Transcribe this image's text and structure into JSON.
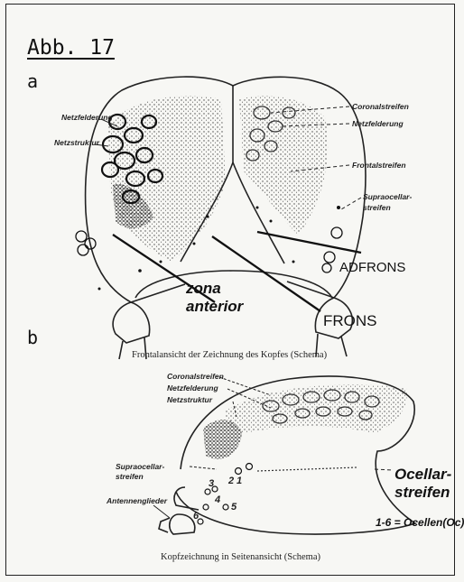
{
  "figure": {
    "title": "Abb. 17",
    "panels": {
      "a": "a",
      "b": "b"
    },
    "captions": {
      "a": "Frontalansicht der Zeichnung des Kopfes (Schema)",
      "b": "Kopfzeichnung in Seitenansicht (Schema)"
    }
  },
  "panel_a": {
    "labels": {
      "netzfelderung": "Netzfelderung",
      "netzstruktur": "Netzstruktur",
      "coronalstreifen": "Coronalstreifen",
      "netzfelderung_r": "Netzfelderung",
      "frontalstreifen": "Frontalstreifen",
      "supraocellar": "Supraocellar-\nstreifen",
      "adfrons": "ADFRONS",
      "zona": "zona\nanterior",
      "frons": "FRONS"
    }
  },
  "panel_b": {
    "labels": {
      "coronalstreifen": "Coronalstreifen",
      "netzfelderung": "Netzfelderung",
      "netzstruktur": "Netzstruktur",
      "supraocellar": "Supraocellar-\nstreifen",
      "ocellar": "Ocellar-\nstreifen",
      "antennenglieder": "Antennenglieder",
      "ocellen": "1-6 = Ocellen(Oc)",
      "numbers": {
        "n1": "1",
        "n2": "2",
        "n3": "3",
        "n4": "4",
        "n5": "5",
        "n6": "6"
      }
    }
  }
}
